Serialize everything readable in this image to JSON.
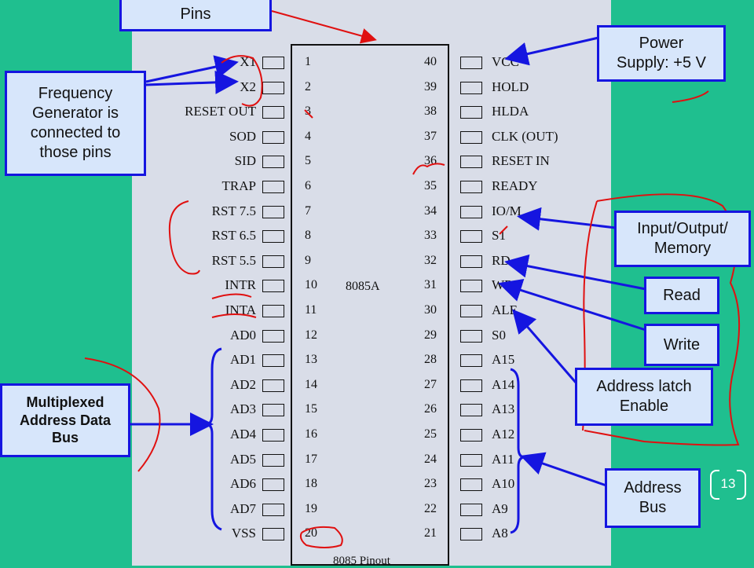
{
  "chip": {
    "name": "8085A",
    "caption": "8085 Pinout",
    "left_pins": [
      {
        "num": "1",
        "label": "X1"
      },
      {
        "num": "2",
        "label": "X2"
      },
      {
        "num": "3",
        "label": "RESET OUT"
      },
      {
        "num": "4",
        "label": "SOD"
      },
      {
        "num": "5",
        "label": "SID"
      },
      {
        "num": "6",
        "label": "TRAP"
      },
      {
        "num": "7",
        "label": "RST 7.5"
      },
      {
        "num": "8",
        "label": "RST 6.5"
      },
      {
        "num": "9",
        "label": "RST 5.5"
      },
      {
        "num": "10",
        "label": "INTR"
      },
      {
        "num": "11",
        "label": "INTA"
      },
      {
        "num": "12",
        "label": "AD0"
      },
      {
        "num": "13",
        "label": "AD1"
      },
      {
        "num": "14",
        "label": "AD2"
      },
      {
        "num": "15",
        "label": "AD3"
      },
      {
        "num": "16",
        "label": "AD4"
      },
      {
        "num": "17",
        "label": "AD5"
      },
      {
        "num": "18",
        "label": "AD6"
      },
      {
        "num": "19",
        "label": "AD7"
      },
      {
        "num": "20",
        "label": "VSS"
      }
    ],
    "right_pins": [
      {
        "num": "40",
        "label": "VCC"
      },
      {
        "num": "39",
        "label": "HOLD"
      },
      {
        "num": "38",
        "label": "HLDA"
      },
      {
        "num": "37",
        "label": "CLK (OUT)"
      },
      {
        "num": "36",
        "label": "RESET IN"
      },
      {
        "num": "35",
        "label": "READY"
      },
      {
        "num": "34",
        "label": "IO/M"
      },
      {
        "num": "33",
        "label": "S1"
      },
      {
        "num": "32",
        "label": "RD"
      },
      {
        "num": "31",
        "label": "WR"
      },
      {
        "num": "30",
        "label": "ALE"
      },
      {
        "num": "29",
        "label": "S0"
      },
      {
        "num": "28",
        "label": "A15"
      },
      {
        "num": "27",
        "label": "A14"
      },
      {
        "num": "26",
        "label": "A13"
      },
      {
        "num": "25",
        "label": "A12"
      },
      {
        "num": "24",
        "label": "A11"
      },
      {
        "num": "23",
        "label": "A10"
      },
      {
        "num": "22",
        "label": "A9"
      },
      {
        "num": "21",
        "label": "A8"
      }
    ]
  },
  "callouts": {
    "pins": "Pins",
    "power": "Power\nSupply: +5 V",
    "freq": "Frequency\nGenerator is\nconnected to\nthose pins",
    "io": "Input/Output/\nMemory",
    "read": "Read",
    "write": "Write",
    "ale": "Address latch\nEnable",
    "addr": "Address\nBus",
    "mux": "Multiplexed\nAddress Data\nBus"
  },
  "page_number": "13",
  "colors": {
    "background": "#1fbf8f",
    "callout_border": "#1515e0",
    "callout_fill": "#d7e6fb",
    "annotation": "#e01010"
  }
}
